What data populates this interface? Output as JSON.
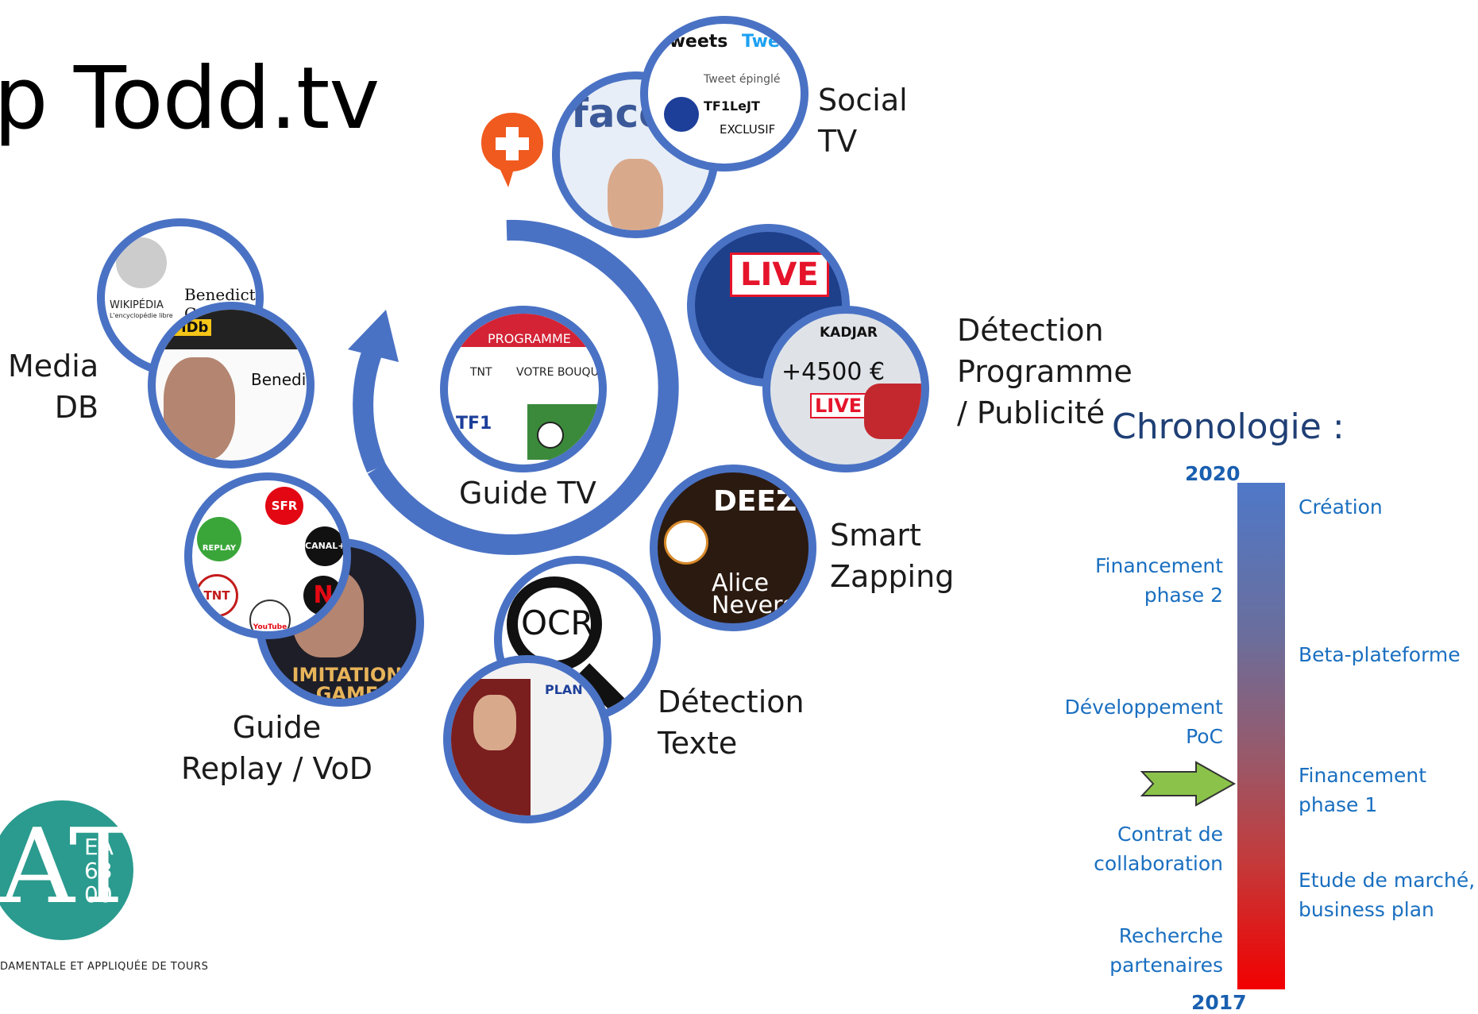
{
  "title": "p Todd.tv",
  "center": {
    "label": "Guide  TV",
    "thumb_top": "PROGRAMME",
    "thumb_tab1": "TNT",
    "thumb_tab2": "VOTRE BOUQU",
    "thumb_logo": "TF1"
  },
  "features": {
    "social": [
      "Social",
      "TV"
    ],
    "detection_prog": [
      "Détection",
      "Programme",
      "/ Publicité"
    ],
    "smart": [
      "Smart",
      "Zapping"
    ],
    "detection_text": [
      "Détection",
      "Texte"
    ],
    "replay": [
      "Guide",
      "Replay / VoD"
    ],
    "media": [
      "Media",
      "DB"
    ]
  },
  "thumbs": {
    "tweets": "Tweets",
    "tweet_tab": "Twe",
    "tweet_pinned": "Tweet épinglé",
    "tweet_user": "TF1LeJT",
    "tweet_excl": "EXCLUSIF",
    "facebook": "faceb",
    "live": "LIVE",
    "kadjar": "KADJAR",
    "price": "+4500 €",
    "live2": "LIVE",
    "deezer": "DEEZER",
    "alice": "Alice Nevers",
    "ocr": "OCR",
    "plan": "PLAN",
    "wikipedia": "WIKIPÉDIA",
    "wiki_sub": "L'encyclopédie libre",
    "wiki_name": "Benedict Cu",
    "imdb": "IMDb",
    "imdb_name": "Benedic",
    "sfr": "SFR",
    "canal": "CANAL+",
    "replay": "REPLAY",
    "tnt": "TNT",
    "youtube": "YouTube",
    "imitation": "IMITATION GAME"
  },
  "chronologie": {
    "title": "Chronologie :",
    "year_top": "2020",
    "year_bottom": "2017",
    "left": [
      [
        "Financement",
        "phase 2"
      ],
      [
        "Développement",
        "PoC"
      ],
      [
        "Contrat de",
        "collaboration"
      ],
      [
        "Recherche",
        "partenaires"
      ]
    ],
    "right": [
      [
        "Création"
      ],
      [
        "Beta-plateforme"
      ],
      [
        "Financement",
        "phase 1"
      ],
      [
        "Etude de marché,",
        "business plan"
      ]
    ]
  },
  "logo": {
    "letters": "AT",
    "code1": "EA",
    "code2": "63",
    "code3": "00",
    "caption": "DAMENTALE ET APPLIQUÉE DE TOURS"
  },
  "colors": {
    "ring": "#4a72c4",
    "chrono_text": "#1a6fc0",
    "arrow": "#8bc34a",
    "logo": "#2a9b8e"
  }
}
